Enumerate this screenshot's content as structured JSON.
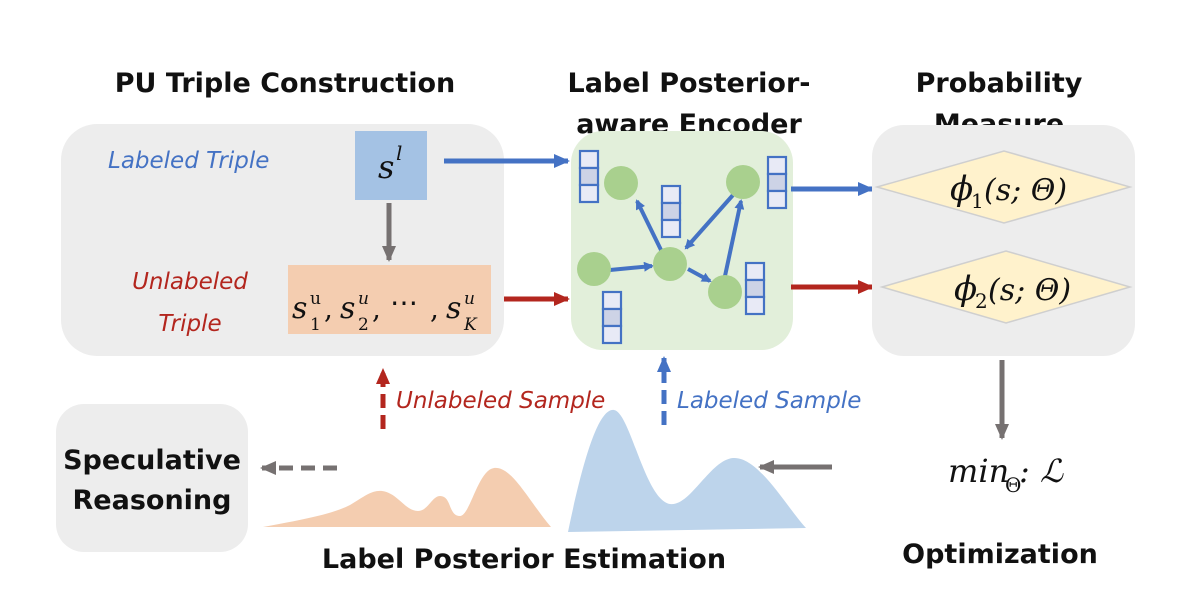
{
  "sections": {
    "pu_triple": {
      "title": "PU Triple Construction",
      "labeled_label": "Labeled Triple",
      "unlabeled_label_line1": "Unlabeled",
      "unlabeled_label_line2": "Triple",
      "labeled_symbol": "s",
      "labeled_sup": "l",
      "unlabeled_formula": {
        "s1": "s",
        "s1_sub": "1",
        "s1_sup": "u",
        "s2": "s",
        "s2_sub": "2",
        "s2_sup": "u",
        "ellipsis": "⋯",
        "sk": "s",
        "sk_sub": "K",
        "sk_sup": "u",
        "comma": ","
      }
    },
    "encoder": {
      "title_line1": "Label Posterior-",
      "title_line2": "aware Encoder"
    },
    "probability": {
      "title_line1": "Probability",
      "title_line2": "Measure",
      "phi1": "ϕ",
      "phi1_sub": "1",
      "phi1_args": "(s; Θ)",
      "phi2": "ϕ",
      "phi2_sub": "2",
      "phi2_args": "(s; Θ)"
    },
    "optimization": {
      "title": "Optimization",
      "formula_min": "min",
      "formula_sub": "Θ",
      "formula_rest": ": ℒ"
    },
    "estimation": {
      "title": "Label Posterior Estimation",
      "unlabeled_sample": "Unlabeled Sample",
      "labeled_sample": "Labeled Sample"
    },
    "speculative": {
      "title_line1": "Speculative",
      "title_line2": "Reasoning"
    }
  },
  "colors": {
    "blue": "#4472c4",
    "red": "#b3261e",
    "gray_arrow": "#767171",
    "panel_gray": "#ededed",
    "labeled_box": "#a4c2e4",
    "unlabeled_box": "#f4cdb0",
    "encoder_bg": "#e2efda",
    "node_green": "#a9d08e",
    "diamond_fill": "#fff2cc",
    "vector_cell": "#e8eaf6",
    "vector_mid": "#cdd3e6",
    "blue_dist": "#bdd4eb",
    "orange_dist": "#f4cdb0"
  }
}
